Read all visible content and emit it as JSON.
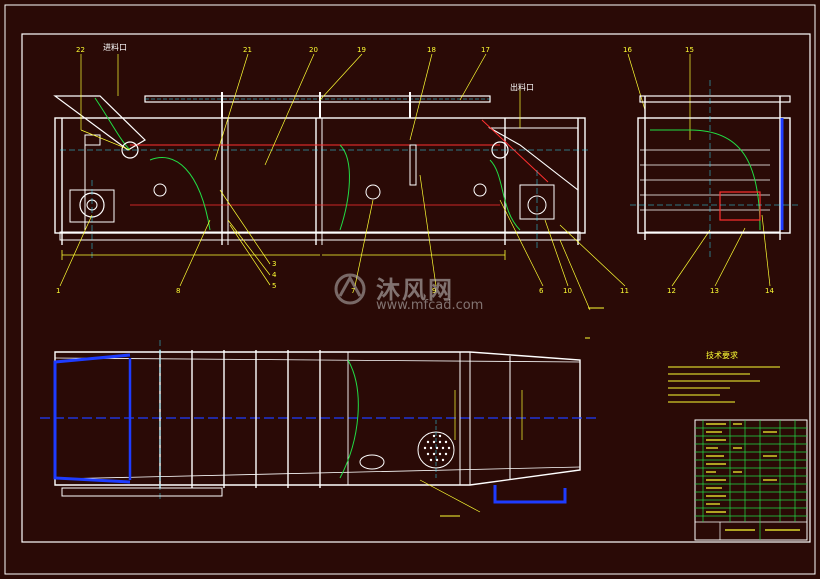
{
  "labels": {
    "feed_inlet": "进料口",
    "discharge_outlet": "出料口",
    "tech_title": "技术要求",
    "watermark_cn": "沐风网",
    "watermark_url": "www.mfcad.com"
  },
  "part_numbers_top": [
    "22",
    "21",
    "20",
    "19",
    "18",
    "17"
  ],
  "part_numbers_bottom": [
    "1",
    "8",
    "3",
    "4",
    "5",
    "7",
    "9",
    "6",
    "10",
    "11"
  ],
  "side_numbers_top": [
    "16",
    "15"
  ],
  "side_numbers_bottom": [
    "12",
    "13",
    "14"
  ],
  "colors": {
    "background": "#2a0a06",
    "frame": "#ffffff",
    "accent_blue": "#1e3cff",
    "accent_red": "#ff3030",
    "accent_green": "#22dd44",
    "accent_yellow": "#ffff33",
    "accent_cyan": "#33e0ff"
  }
}
